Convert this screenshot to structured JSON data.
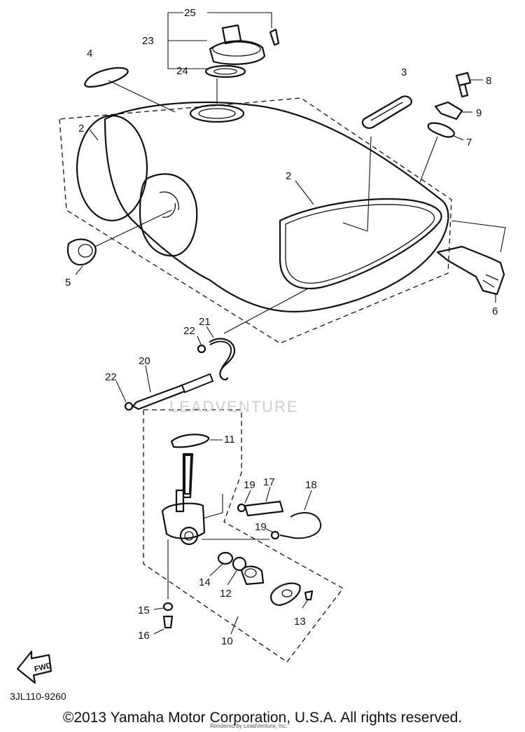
{
  "diagram": {
    "code": "3JL110-9260",
    "copyright": "©2013 Yamaha Motor Corporation, U.S.A. All rights reserved.",
    "watermark": "LEADVENTURE",
    "credit": "Rendered by LeadVenture, Inc.",
    "fwd_label": "FWD"
  },
  "callouts": [
    "25",
    "23",
    "24",
    "4",
    "3",
    "8",
    "9",
    "7",
    "2",
    "2",
    "5",
    "6",
    "21",
    "22",
    "20",
    "22",
    "11",
    "19",
    "17",
    "18",
    "19",
    "14",
    "12",
    "15",
    "16",
    "13",
    "10"
  ]
}
